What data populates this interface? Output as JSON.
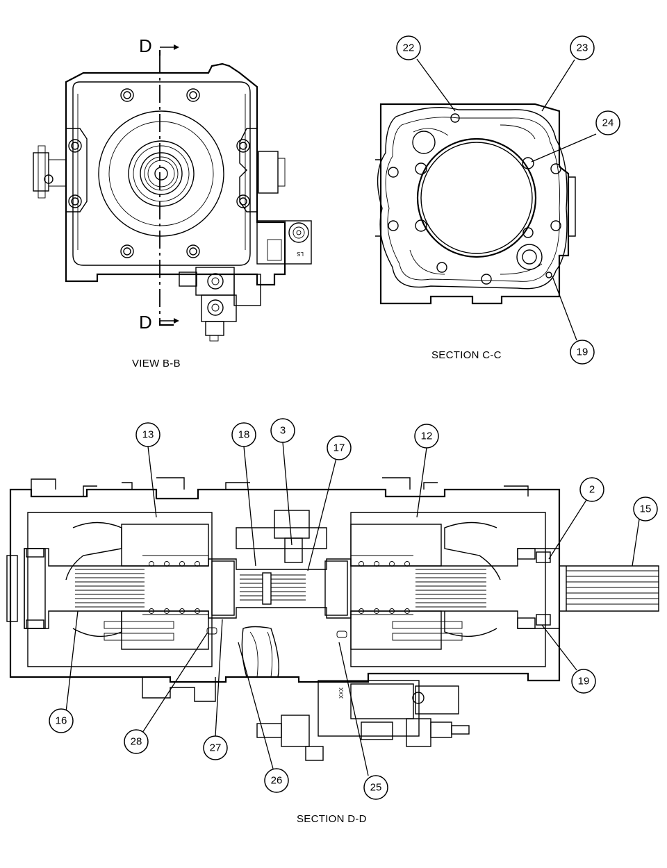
{
  "captions": {
    "view_bb": "VIEW B-B",
    "section_cc": "SECTION C-C",
    "section_dd": "SECTION D-D"
  },
  "section_markers": {
    "top": "D",
    "bottom": "D"
  },
  "stamps": {
    "ls": "LS",
    "xxx": "XXX"
  },
  "balloons": [
    {
      "id": "b22",
      "label": "22"
    },
    {
      "id": "b23",
      "label": "23"
    },
    {
      "id": "b24",
      "label": "24"
    },
    {
      "id": "b19a",
      "label": "19"
    },
    {
      "id": "b13",
      "label": "13"
    },
    {
      "id": "b18",
      "label": "18"
    },
    {
      "id": "b3",
      "label": "3"
    },
    {
      "id": "b17",
      "label": "17"
    },
    {
      "id": "b12",
      "label": "12"
    },
    {
      "id": "b2",
      "label": "2"
    },
    {
      "id": "b15",
      "label": "15"
    },
    {
      "id": "b19b",
      "label": "19"
    },
    {
      "id": "b16",
      "label": "16"
    },
    {
      "id": "b28",
      "label": "28"
    },
    {
      "id": "b27",
      "label": "27"
    },
    {
      "id": "b26",
      "label": "26"
    },
    {
      "id": "b25",
      "label": "25"
    }
  ]
}
